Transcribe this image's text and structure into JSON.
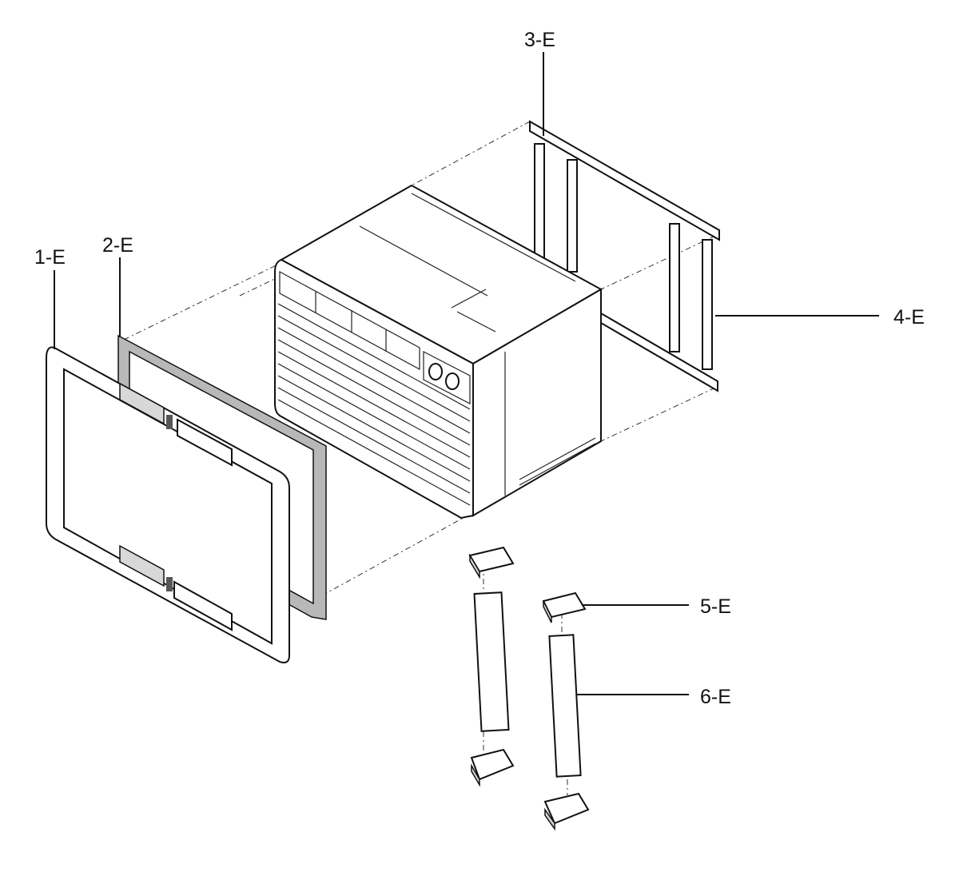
{
  "labels": {
    "part_1": "1-E",
    "part_2": "2-E",
    "part_3": "3-E",
    "part_4": "4-E",
    "part_5": "5-E",
    "part_6": "6-E"
  },
  "colors": {
    "line": "#111111",
    "background": "#ffffff",
    "foam": "#b8b8b8"
  }
}
